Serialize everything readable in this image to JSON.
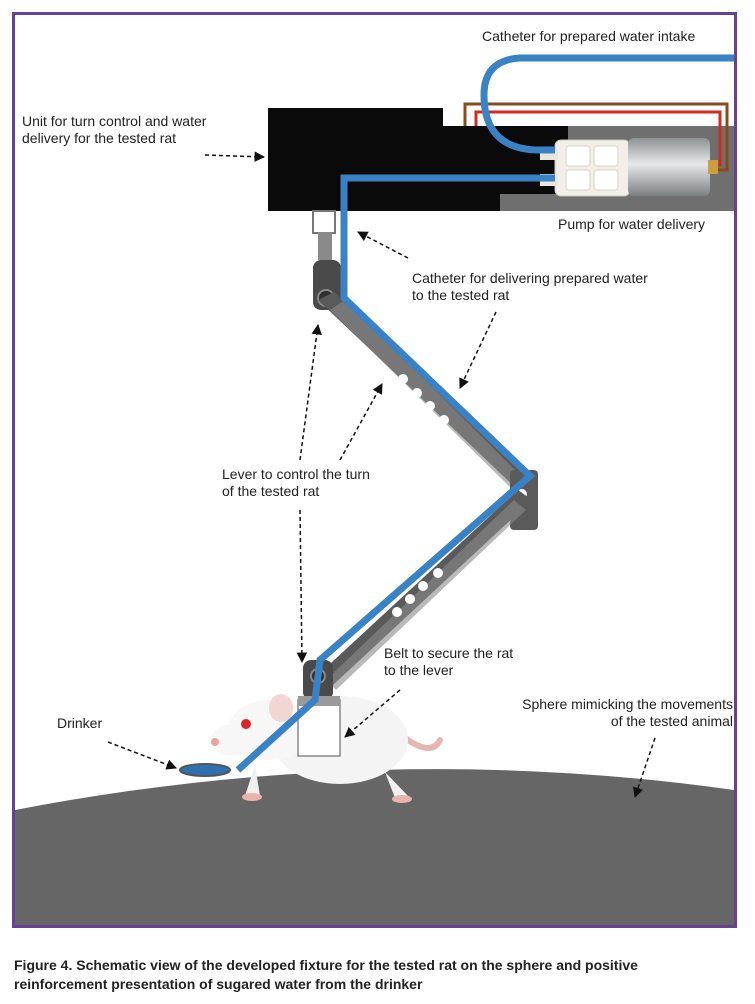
{
  "labels": {
    "catheter_intake": "Catheter for prepared water intake",
    "unit_line1": "Unit for turn control and water",
    "unit_line2": "delivery for the tested rat",
    "pump": "Pump for water delivery",
    "catheter_deliver_line1": "Catheter for delivering prepared water",
    "catheter_deliver_line2": "to the tested rat",
    "lever_line1": "Lever to control the turn",
    "lever_line2": "of the tested rat",
    "belt_line1": "Belt to secure the rat",
    "belt_line2": "to the lever",
    "sphere_line1": "Sphere mimicking the movements",
    "sphere_line2": "of the tested animal",
    "drinker": "Drinker"
  },
  "caption": {
    "line1": "Figure 4. Schematic view of the developed fixture for the tested rat on the sphere and positive",
    "line2": "reinforcement presentation of sugared water from the drinker"
  },
  "colors": {
    "frame": "#6a3f96",
    "catheter": "#3a82c6",
    "unit": "#0a0a0a",
    "sphere": "#666666",
    "lever": "#5a5a5a",
    "wire_red": "#d42a1e",
    "wire_brown": "#8b4a1c"
  }
}
